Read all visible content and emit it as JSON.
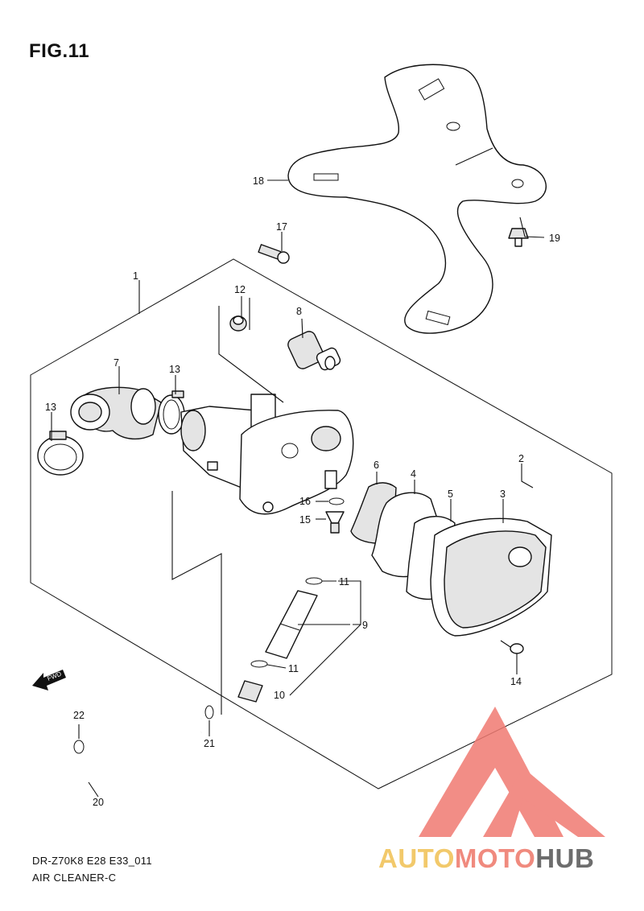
{
  "figure": {
    "title": "FIG.11"
  },
  "caption": {
    "model_line": "DR-Z70K8 E28 E33_011",
    "name_line": "AIR CLEANER-C"
  },
  "callouts": [
    {
      "id": "18",
      "label": "18"
    },
    {
      "id": "19",
      "label": "19"
    },
    {
      "id": "17",
      "label": "17"
    },
    {
      "id": "1",
      "label": "1"
    },
    {
      "id": "12",
      "label": "12"
    },
    {
      "id": "8",
      "label": "8"
    },
    {
      "id": "7",
      "label": "7"
    },
    {
      "id": "13a",
      "label": "13"
    },
    {
      "id": "13b",
      "label": "13"
    },
    {
      "id": "2",
      "label": "2"
    },
    {
      "id": "3",
      "label": "3"
    },
    {
      "id": "6",
      "label": "6"
    },
    {
      "id": "4",
      "label": "4"
    },
    {
      "id": "5",
      "label": "5"
    },
    {
      "id": "16",
      "label": "16"
    },
    {
      "id": "15",
      "label": "15"
    },
    {
      "id": "11a",
      "label": "11"
    },
    {
      "id": "9",
      "label": "9"
    },
    {
      "id": "11b",
      "label": "11"
    },
    {
      "id": "10",
      "label": "10"
    },
    {
      "id": "14",
      "label": "14"
    },
    {
      "id": "22",
      "label": "22"
    },
    {
      "id": "21",
      "label": "21"
    },
    {
      "id": "20",
      "label": "20"
    }
  ],
  "fwd_marker": {
    "text": "FWD"
  },
  "watermark": {
    "text_parts": [
      "AUTO",
      "MOTO",
      "HUB"
    ],
    "colors": {
      "auto": "#f2c96b",
      "moto": "#f08a7e",
      "hub": "#6d6d6d",
      "logo": "#f07a72"
    }
  }
}
